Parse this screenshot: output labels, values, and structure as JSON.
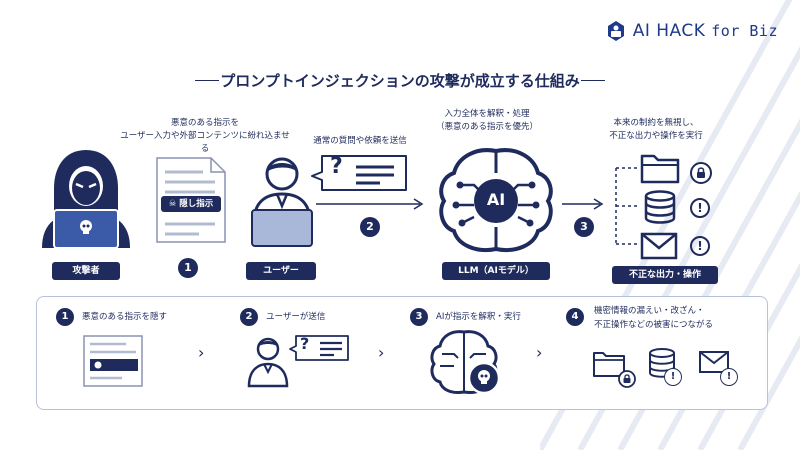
{
  "brand": {
    "name": "AI HACK",
    "suffix": "for Biz"
  },
  "title": "プロンプトインジェクションの攻撃が成立する仕組み",
  "flow": {
    "attacker_label": "攻撃者",
    "doc_caption": [
      "悪意のある指示を",
      "ユーザー入力や外部コンテンツに紛れ込ませる"
    ],
    "doc_badge": "隠し指示",
    "user_label": "ユーザー",
    "send_caption": "通常の質問や依頼を送信",
    "llm_caption": [
      "入力全体を解釈・処理",
      "（悪意のある指示を優先）"
    ],
    "llm_label": "LLM（AIモデル）",
    "ai_text": "AI",
    "out_caption": [
      "本来の制約を無視し、",
      "不正な出力や操作を実行"
    ],
    "out_label": "不正な出力・操作",
    "q_mark": "?",
    "excl_mark": "!",
    "nums": [
      "1",
      "2",
      "3"
    ]
  },
  "steps": [
    {
      "num": "1",
      "label": [
        "悪意のある指示を隠す"
      ]
    },
    {
      "num": "2",
      "label": [
        "ユーザーが送信"
      ]
    },
    {
      "num": "3",
      "label": [
        "AIが指示を解釈・実行"
      ]
    },
    {
      "num": "4",
      "label": [
        "機密情報の漏えい・改ざん・",
        "不正操作などの被害につながる"
      ]
    }
  ],
  "chevrons": [
    "›",
    "›",
    "›"
  ],
  "colors": {
    "navy": "#1f2b5c",
    "accent": "#1f3a8a",
    "stripe": "#e8ecf5",
    "border": "#b8c1d9"
  }
}
